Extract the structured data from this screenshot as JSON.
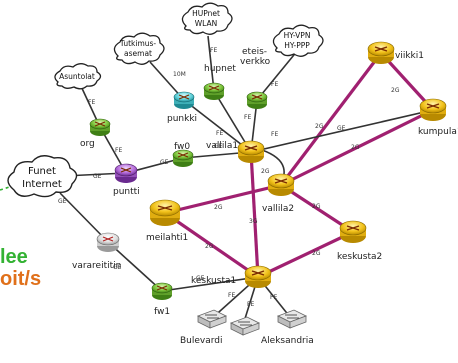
{
  "routers": {
    "viikki1": "viikki1",
    "kumpula1": "kumpula1",
    "vallila1": "vallila1",
    "vallila2": "vallila2",
    "meilahti1": "meilahti1",
    "keskusta1": "keskusta1",
    "keskusta2": "keskusta2",
    "fw0": "fw0",
    "fw1": "fw1",
    "puntti": "puntti",
    "punkki": "punkki",
    "hupnet": "hupnet",
    "eteisverkko": "eteis-\nverkko",
    "org": "org",
    "varareititin": "varareititin"
  },
  "clouds": {
    "hupnet_wlan": [
      "HUPnet",
      "WLAN"
    ],
    "tutkimusasemat": [
      "Tutkimus-",
      "asemat"
    ],
    "hy_vpn": [
      "HY-VPN",
      "HY-PPP"
    ],
    "asuntolat": [
      "Asuntolat"
    ],
    "funet": [
      "Funet",
      "Internet"
    ]
  },
  "switches": {
    "bulevardi": "Bulevardi",
    "aleksandria": "Aleksandria"
  },
  "edge_labels": {
    "ge": "GE",
    "fe": "FE",
    "two_g": "2G",
    "three_g": "3G",
    "ten_m": "10M"
  },
  "side_text": {
    "green": "lee",
    "orange": "oit/s"
  },
  "colors": {
    "backbone": "#a02070",
    "gigabit": "#333333",
    "yellow_router": "#f2c21a",
    "green_router": "#7cc43a",
    "cyan_router": "#5fd0d8",
    "purple_router": "#b36ad9",
    "white_router": "#e8e8e8",
    "accent_green": "#33b233",
    "accent_orange": "#e0701a"
  }
}
